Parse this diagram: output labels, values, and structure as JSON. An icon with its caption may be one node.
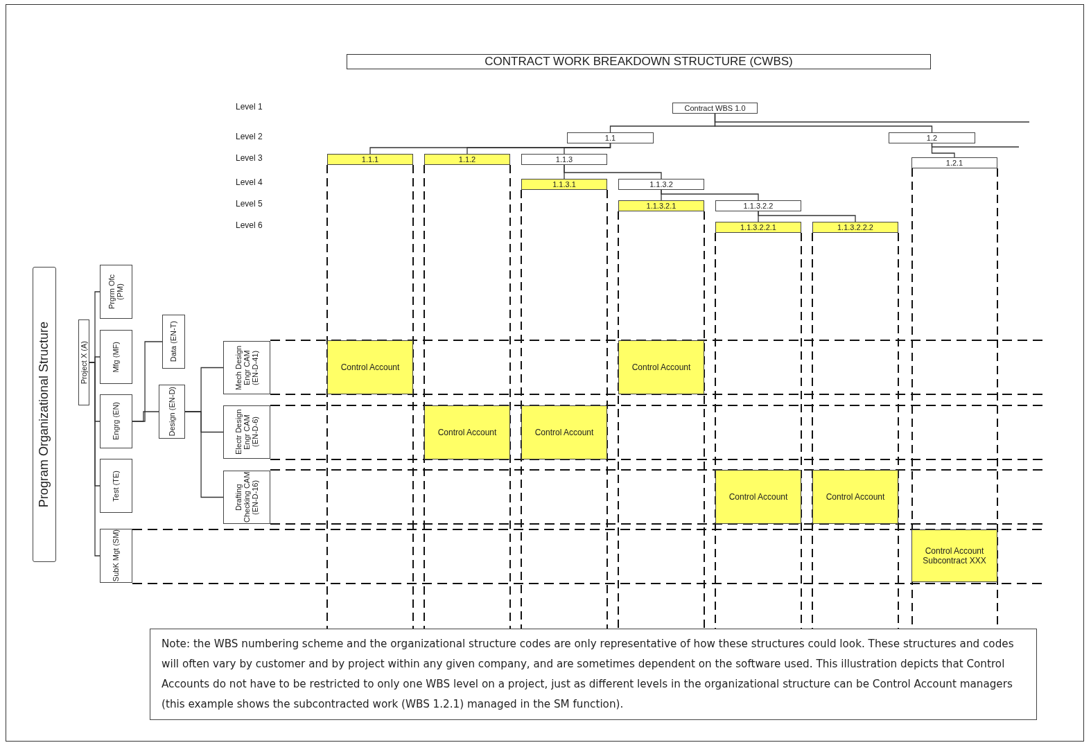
{
  "diagram": {
    "title": "CONTRACT WORK BREAKDOWN STRUCTURE (CWBS)",
    "nodes": [
      {
        "text": [
          "Contract WBS 1.0"
        ]
      },
      {
        "text": [
          "1.1"
        ]
      },
      {
        "text": [
          "1.2"
        ]
      },
      {
        "text": [
          "1.1.1"
        ]
      },
      {
        "text": [
          "1.1.2"
        ]
      },
      {
        "text": [
          "1.1.3"
        ]
      },
      {
        "text": [
          "1.2.1"
        ]
      },
      {
        "text": [
          "1.1.3.1"
        ]
      },
      {
        "text": [
          "1.1.3.2"
        ]
      },
      {
        "text": [
          "1.1.3.2.1"
        ]
      },
      {
        "text": [
          "1.1.3.2.2"
        ]
      },
      {
        "text": [
          "1.1.3.2.2.1"
        ]
      },
      {
        "text": [
          "1.1.3.2.2.2"
        ]
      },
      {
        "text": [
          "Project X (A)"
        ]
      },
      {
        "text": [
          "Prgrm Ofc (PM)"
        ]
      },
      {
        "text": [
          "Mfg (MF)"
        ]
      },
      {
        "text": [
          "Engrg (EN)"
        ]
      },
      {
        "text": [
          "Test (TE)"
        ]
      },
      {
        "text": [
          "SubK Mgt (SM)"
        ]
      },
      {
        "text": [
          "Data (EN-T)"
        ]
      },
      {
        "text": [
          "Design (EN-D)"
        ]
      },
      {
        "text": [
          "Mech Design Engr CAM (EN-D-41)"
        ]
      },
      {
        "text": [
          "Electr Design Engr CAM (EN-D-6)"
        ]
      },
      {
        "text": [
          "Drafting Checking CAM (EN-D-16)"
        ]
      },
      {
        "text": [
          "Control Account"
        ]
      },
      {
        "text": [
          "Control Account"
        ]
      },
      {
        "text": [
          "Control Account"
        ]
      },
      {
        "text": [
          "Control Account"
        ]
      },
      {
        "text": [
          "Control Account"
        ]
      },
      {
        "text": [
          "Control Account"
        ]
      },
      {
        "text": [
          "Control Account Subcontract XXX"
        ]
      },
      {
        "text": [
          "Program Organizational Structure"
        ]
      },
      {
        "text": [
          "Note: the WBS numbering scheme and the organizational structure codes are only representative of how these structures could look. These structures and codes will often vary by customer and by project within any given company, and are sometimes dependent on the software used. This illustration depicts that Control Accounts do not have to be restricted to only one WBS level on a project, just as different levels in the organizational structure can be Control Account managers (this example shows the subcontracted work (WBS 1.2.1) managed in the SM function)."
        ]
      }
    ],
    "edges": [
      {
        "from": 0,
        "to": 1,
        "arrow": "none"
      },
      {
        "from": 0,
        "to": 2,
        "arrow": "none"
      },
      {
        "from": 0,
        "to": null,
        "arrow": "none"
      },
      {
        "from": 1,
        "to": 3,
        "arrow": "none"
      },
      {
        "from": 1,
        "to": 4,
        "arrow": "none"
      },
      {
        "from": 1,
        "to": 5,
        "arrow": "none"
      },
      {
        "from": 2,
        "to": 6,
        "arrow": "none"
      },
      {
        "from": 2,
        "to": null,
        "arrow": "none"
      },
      {
        "from": 5,
        "to": 7,
        "arrow": "none"
      },
      {
        "from": 5,
        "to": 8,
        "arrow": "none"
      },
      {
        "from": 8,
        "to": 9,
        "arrow": "none"
      },
      {
        "from": 8,
        "to": 10,
        "arrow": "none"
      },
      {
        "from": 10,
        "to": 11,
        "arrow": "none"
      },
      {
        "from": 10,
        "to": 12,
        "arrow": "none"
      },
      {
        "from": 13,
        "to": 14,
        "arrow": "none"
      },
      {
        "from": 13,
        "to": 15,
        "arrow": "none"
      },
      {
        "from": 13,
        "to": 16,
        "arrow": "none"
      },
      {
        "from": 13,
        "to": 17,
        "arrow": "none"
      },
      {
        "from": 13,
        "to": 18,
        "arrow": "none"
      },
      {
        "from": 16,
        "to": 19,
        "arrow": "none"
      },
      {
        "from": 16,
        "to": 20,
        "arrow": "none"
      },
      {
        "from": 20,
        "to": 21,
        "arrow": "none"
      },
      {
        "from": 20,
        "to": 22,
        "arrow": "none"
      },
      {
        "from": 20,
        "to": 23,
        "arrow": "none"
      }
    ],
    "labels": [
      "Level 1",
      "Level 2",
      "Level 3",
      "Level 4",
      "Level 5",
      "Level 6"
    ]
  }
}
